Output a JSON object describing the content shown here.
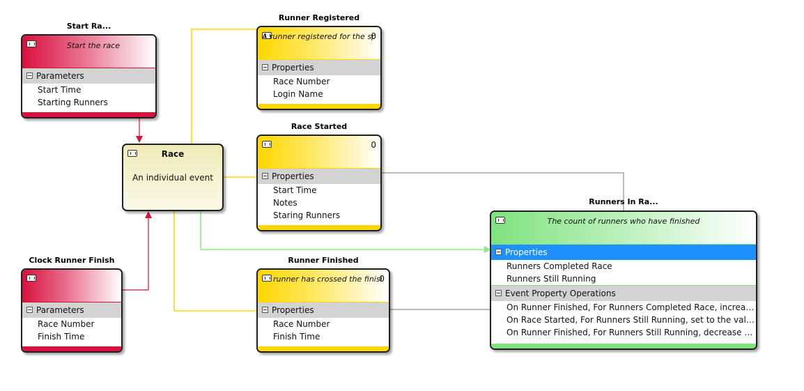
{
  "nodes": {
    "start_race": {
      "title": "Start Ra...",
      "description": "Start the race",
      "section": "Parameters",
      "items": [
        "Start Time",
        "Starting Runners"
      ]
    },
    "race": {
      "title": "Race",
      "description": "An individual event"
    },
    "clock_runner_finish": {
      "title": "Clock Runner Finish",
      "section": "Parameters",
      "items": [
        "Race Number",
        "Finish Time"
      ]
    },
    "runner_registered": {
      "title": "Runner Registered",
      "description": "A runner registered for the specific...",
      "count": "0",
      "section": "Properties",
      "items": [
        "Race Number",
        "Login Name"
      ]
    },
    "race_started": {
      "title": "Race Started",
      "count": "0",
      "section": "Properties",
      "items": [
        "Start Time",
        "Notes",
        "Staring Runners"
      ]
    },
    "runner_finished": {
      "title": "Runner Finished",
      "description": "runner has crossed the finish line",
      "count": "0",
      "section": "Properties",
      "items": [
        "Race Number",
        "Finish Time"
      ]
    },
    "runners_in_race": {
      "title": "Runners In Ra...",
      "description": "The count of runners who have finished",
      "section": "Properties",
      "items": [
        "Runners Completed Race",
        "Runners Still Running"
      ],
      "section2": "Event Property Operations",
      "operations": [
        "On Runner Finished, For Runners Completed Race, increase the...",
        "On Race Started, For Runners Still Running, set to the value Stari...",
        "On Runner Finished, For Runners Still Running, decrease the cou..."
      ]
    }
  },
  "colors": {
    "command": "#d8103e",
    "event": "#ffd700",
    "projection": "#7fe27f",
    "aggregate": "#f0ebb8",
    "selected": "#1e90ff"
  }
}
